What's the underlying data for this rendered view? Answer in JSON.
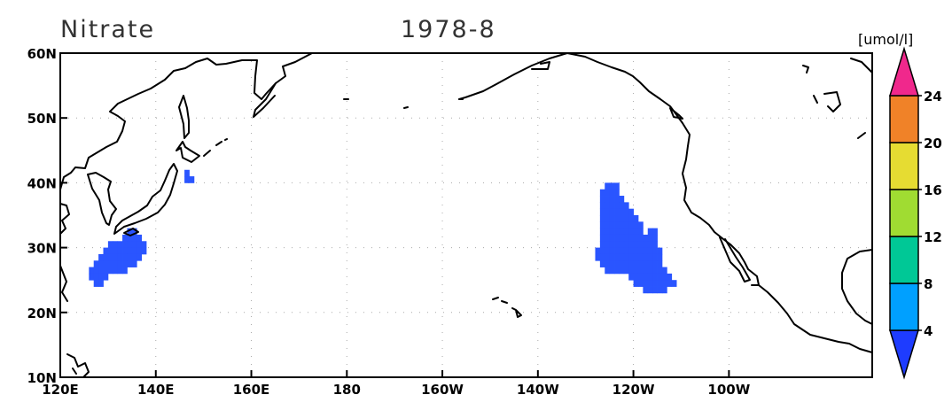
{
  "title": "Nitrate",
  "date": "1978-8",
  "units": "[umol/l]",
  "colors": {
    "data_cell": "#2a55ff"
  },
  "map": {
    "lon_range": [
      120,
      290
    ],
    "lat_range": [
      10,
      60
    ],
    "x_ticks": [
      {
        "lon": 120,
        "label": "120E"
      },
      {
        "lon": 140,
        "label": "140E"
      },
      {
        "lon": 160,
        "label": "160E"
      },
      {
        "lon": 180,
        "label": "180"
      },
      {
        "lon": 200,
        "label": "160W"
      },
      {
        "lon": 220,
        "label": "140W"
      },
      {
        "lon": 240,
        "label": "120W"
      },
      {
        "lon": 260,
        "label": "100W"
      }
    ],
    "y_ticks": [
      {
        "lat": 10,
        "label": "10N"
      },
      {
        "lat": 20,
        "label": "20N"
      },
      {
        "lat": 30,
        "label": "30N"
      },
      {
        "lat": 40,
        "label": "40N"
      },
      {
        "lat": 50,
        "label": "50N"
      },
      {
        "lat": 60,
        "label": "60N"
      }
    ]
  },
  "colorbar": {
    "levels": [
      {
        "label": "4",
        "color": "#1e3cff"
      },
      {
        "label": "8",
        "color": "#00a0ff"
      },
      {
        "label": "12",
        "color": "#00c896"
      },
      {
        "label": "16",
        "color": "#a0dc32"
      },
      {
        "label": "20",
        "color": "#e6dc32"
      },
      {
        "label": "24",
        "color": "#f08228"
      },
      {
        "label": "",
        "color": "#f0288c"
      }
    ]
  },
  "chart_data": {
    "type": "heatmap",
    "title": "Nitrate",
    "subtitle": "1978-8",
    "xlabel": "",
    "ylabel": "",
    "xlim": [
      120,
      290
    ],
    "ylim": [
      10,
      60
    ],
    "units": "umol/l",
    "cell_size_deg": 1,
    "value_range": "0-4",
    "cells": [
      [
        146,
        41
      ],
      [
        147,
        40
      ],
      [
        146,
        40
      ],
      [
        134,
        32
      ],
      [
        135,
        32
      ],
      [
        133,
        31
      ],
      [
        134,
        31
      ],
      [
        135,
        31
      ],
      [
        136,
        31
      ],
      [
        130,
        30
      ],
      [
        131,
        30
      ],
      [
        132,
        30
      ],
      [
        133,
        30
      ],
      [
        134,
        30
      ],
      [
        135,
        30
      ],
      [
        136,
        30
      ],
      [
        137,
        30
      ],
      [
        129,
        29
      ],
      [
        130,
        29
      ],
      [
        131,
        29
      ],
      [
        132,
        29
      ],
      [
        133,
        29
      ],
      [
        134,
        29
      ],
      [
        135,
        29
      ],
      [
        136,
        29
      ],
      [
        137,
        29
      ],
      [
        128,
        28
      ],
      [
        129,
        28
      ],
      [
        130,
        28
      ],
      [
        131,
        28
      ],
      [
        132,
        28
      ],
      [
        133,
        28
      ],
      [
        134,
        28
      ],
      [
        135,
        28
      ],
      [
        136,
        28
      ],
      [
        127,
        27
      ],
      [
        128,
        27
      ],
      [
        129,
        27
      ],
      [
        130,
        27
      ],
      [
        131,
        27
      ],
      [
        132,
        27
      ],
      [
        133,
        27
      ],
      [
        134,
        27
      ],
      [
        135,
        27
      ],
      [
        126,
        26
      ],
      [
        127,
        26
      ],
      [
        128,
        26
      ],
      [
        129,
        26
      ],
      [
        130,
        26
      ],
      [
        131,
        26
      ],
      [
        132,
        26
      ],
      [
        133,
        26
      ],
      [
        126,
        25
      ],
      [
        127,
        25
      ],
      [
        128,
        25
      ],
      [
        129,
        25
      ],
      [
        127,
        24
      ],
      [
        128,
        24
      ],
      [
        234,
        39
      ],
      [
        235,
        39
      ],
      [
        236,
        39
      ],
      [
        233,
        38
      ],
      [
        234,
        38
      ],
      [
        235,
        38
      ],
      [
        236,
        38
      ],
      [
        233,
        37
      ],
      [
        234,
        37
      ],
      [
        235,
        37
      ],
      [
        236,
        37
      ],
      [
        237,
        37
      ],
      [
        233,
        36
      ],
      [
        234,
        36
      ],
      [
        235,
        36
      ],
      [
        236,
        36
      ],
      [
        237,
        36
      ],
      [
        238,
        36
      ],
      [
        233,
        35
      ],
      [
        234,
        35
      ],
      [
        235,
        35
      ],
      [
        236,
        35
      ],
      [
        237,
        35
      ],
      [
        238,
        35
      ],
      [
        239,
        35
      ],
      [
        233,
        34
      ],
      [
        234,
        34
      ],
      [
        235,
        34
      ],
      [
        236,
        34
      ],
      [
        237,
        34
      ],
      [
        238,
        34
      ],
      [
        239,
        34
      ],
      [
        240,
        34
      ],
      [
        233,
        33
      ],
      [
        234,
        33
      ],
      [
        235,
        33
      ],
      [
        236,
        33
      ],
      [
        237,
        33
      ],
      [
        238,
        33
      ],
      [
        239,
        33
      ],
      [
        240,
        33
      ],
      [
        241,
        33
      ],
      [
        233,
        32
      ],
      [
        234,
        32
      ],
      [
        235,
        32
      ],
      [
        236,
        32
      ],
      [
        237,
        32
      ],
      [
        238,
        32
      ],
      [
        239,
        32
      ],
      [
        240,
        32
      ],
      [
        241,
        32
      ],
      [
        243,
        32
      ],
      [
        244,
        32
      ],
      [
        233,
        31
      ],
      [
        234,
        31
      ],
      [
        235,
        31
      ],
      [
        236,
        31
      ],
      [
        237,
        31
      ],
      [
        238,
        31
      ],
      [
        239,
        31
      ],
      [
        240,
        31
      ],
      [
        241,
        31
      ],
      [
        242,
        31
      ],
      [
        243,
        31
      ],
      [
        244,
        31
      ],
      [
        233,
        30
      ],
      [
        234,
        30
      ],
      [
        235,
        30
      ],
      [
        236,
        30
      ],
      [
        237,
        30
      ],
      [
        238,
        30
      ],
      [
        239,
        30
      ],
      [
        240,
        30
      ],
      [
        241,
        30
      ],
      [
        242,
        30
      ],
      [
        243,
        30
      ],
      [
        244,
        30
      ],
      [
        232,
        29
      ],
      [
        233,
        29
      ],
      [
        234,
        29
      ],
      [
        235,
        29
      ],
      [
        236,
        29
      ],
      [
        237,
        29
      ],
      [
        238,
        29
      ],
      [
        239,
        29
      ],
      [
        240,
        29
      ],
      [
        241,
        29
      ],
      [
        242,
        29
      ],
      [
        243,
        29
      ],
      [
        244,
        29
      ],
      [
        245,
        29
      ],
      [
        232,
        28
      ],
      [
        233,
        28
      ],
      [
        234,
        28
      ],
      [
        235,
        28
      ],
      [
        236,
        28
      ],
      [
        237,
        28
      ],
      [
        238,
        28
      ],
      [
        239,
        28
      ],
      [
        240,
        28
      ],
      [
        241,
        28
      ],
      [
        242,
        28
      ],
      [
        243,
        28
      ],
      [
        244,
        28
      ],
      [
        245,
        28
      ],
      [
        233,
        27
      ],
      [
        234,
        27
      ],
      [
        235,
        27
      ],
      [
        236,
        27
      ],
      [
        237,
        27
      ],
      [
        238,
        27
      ],
      [
        239,
        27
      ],
      [
        240,
        27
      ],
      [
        241,
        27
      ],
      [
        242,
        27
      ],
      [
        243,
        27
      ],
      [
        244,
        27
      ],
      [
        245,
        27
      ],
      [
        234,
        26
      ],
      [
        235,
        26
      ],
      [
        236,
        26
      ],
      [
        237,
        26
      ],
      [
        238,
        26
      ],
      [
        239,
        26
      ],
      [
        240,
        26
      ],
      [
        241,
        26
      ],
      [
        242,
        26
      ],
      [
        243,
        26
      ],
      [
        244,
        26
      ],
      [
        245,
        26
      ],
      [
        246,
        26
      ],
      [
        239,
        25
      ],
      [
        240,
        25
      ],
      [
        241,
        25
      ],
      [
        242,
        25
      ],
      [
        243,
        25
      ],
      [
        244,
        25
      ],
      [
        245,
        25
      ],
      [
        246,
        25
      ],
      [
        247,
        25
      ],
      [
        240,
        24
      ],
      [
        241,
        24
      ],
      [
        242,
        24
      ],
      [
        243,
        24
      ],
      [
        244,
        24
      ],
      [
        245,
        24
      ],
      [
        246,
        24
      ],
      [
        247,
        24
      ],
      [
        248,
        24
      ],
      [
        242,
        23
      ],
      [
        243,
        23
      ],
      [
        244,
        23
      ],
      [
        245,
        23
      ],
      [
        246,
        23
      ]
    ]
  }
}
